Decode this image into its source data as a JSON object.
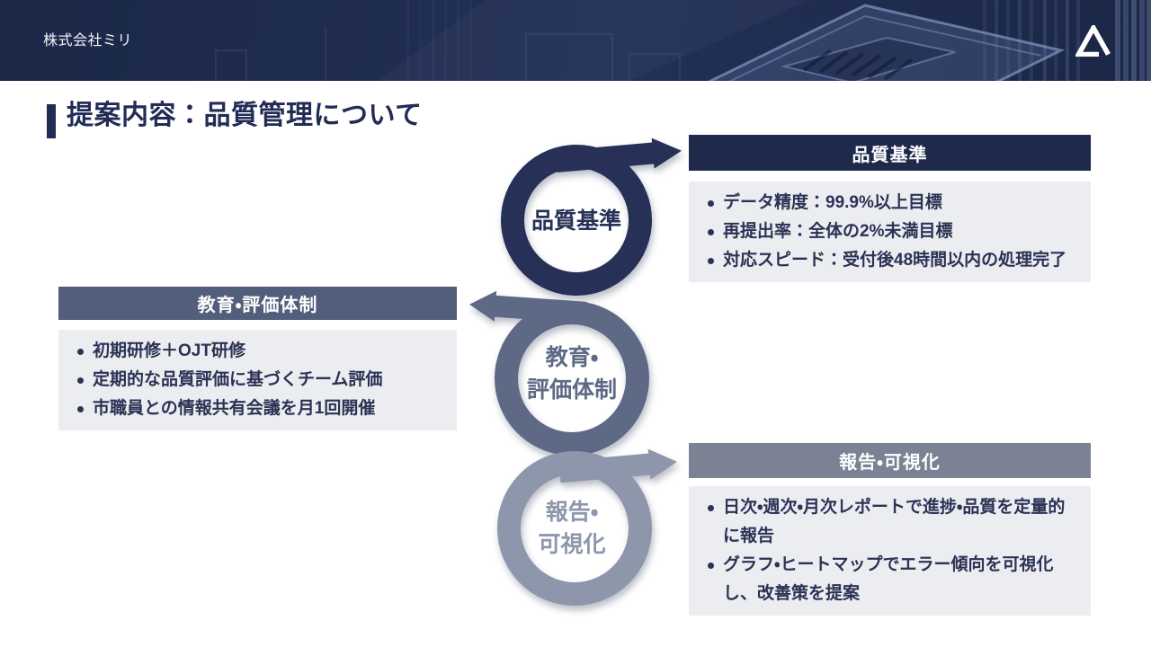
{
  "banner": {
    "company_name": "株式会社ミリ",
    "logo_icon": "triangle-delta-logo",
    "bg_color": "#1e2b4d"
  },
  "title": {
    "text": "提案内容：品質管理について",
    "text_color": "#222c55",
    "accent_color": "#222c55"
  },
  "colors": {
    "body_bg": "#ebedf1",
    "body_text": "#2b3254",
    "header_text": "#ffffff"
  },
  "diagram": {
    "rings": [
      {
        "id": "quality-standards",
        "lines": [
          "品質基準"
        ],
        "color": "#273158",
        "arrow": "right"
      },
      {
        "id": "education-evaluation",
        "lines": [
          "教育・",
          "評価体制"
        ],
        "color": "#5e6985",
        "arrow": "left"
      },
      {
        "id": "reporting-visualization",
        "lines": [
          "報告・",
          "可視化"
        ],
        "color": "#8d96ab",
        "arrow": "right"
      }
    ]
  },
  "boxes": {
    "quality": {
      "title": "品質基準",
      "header_color": "#1e294b",
      "bullets": [
        "データ精度：99.9%以上目標",
        "再提出率：全体の2%未満目標",
        "対応スピード：受付後48時間以内の処理完了"
      ]
    },
    "education": {
      "title": "教育・評価体制",
      "header_color": "#535e7b",
      "bullets": [
        "初期研修＋OJT研修",
        "定期的な品質評価に基づくチーム評価",
        "市職員との情報共有会議を月1回開催"
      ]
    },
    "report": {
      "title": "報告・可視化",
      "header_color": "#7a8294",
      "bullets": [
        "日次・週次・月次レポートで進捗・品質を定量的に報告",
        "グラフ・ヒートマップでエラー傾向を可視化し、改善策を提案"
      ]
    }
  }
}
